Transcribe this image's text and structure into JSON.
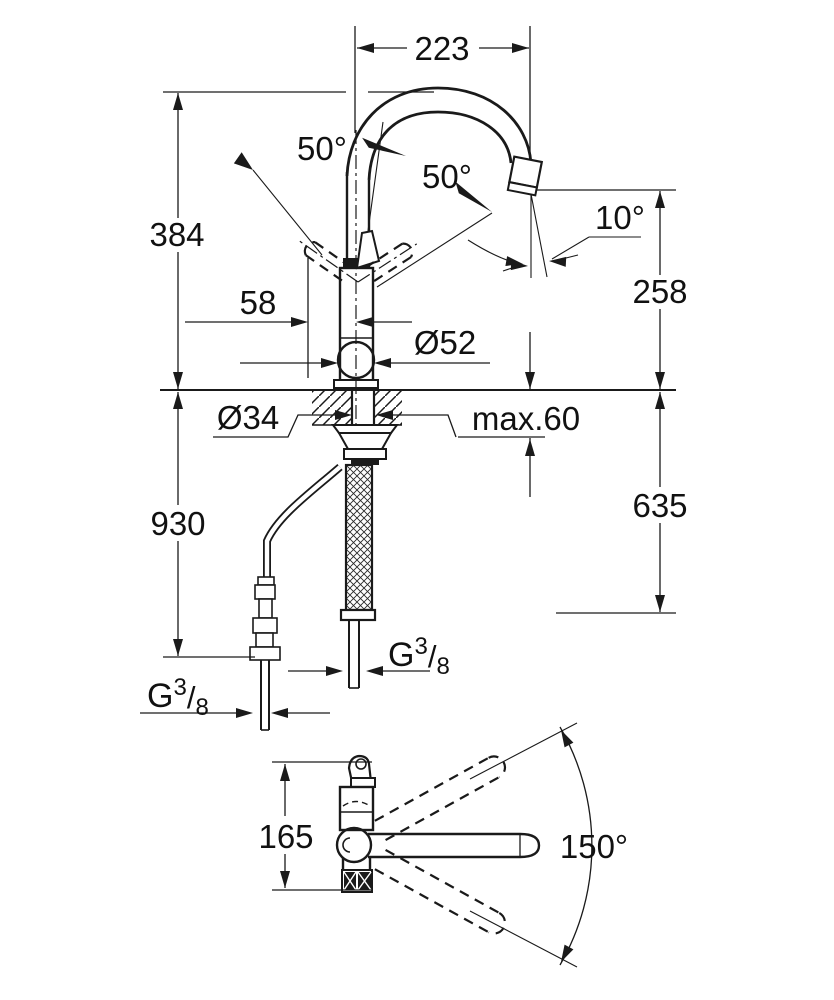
{
  "drawing": {
    "type": "technical-dimension-drawing",
    "subject": "single-lever kitchen faucet with swivel spout",
    "units": "mm",
    "dims": {
      "spout_reach": "223",
      "height_to_spout_top": "384",
      "lever_angle_left": "50°",
      "lever_angle_right": "50°",
      "outlet_angle": "10°",
      "outlet_height_above_deck": "258",
      "lever_projection": "58",
      "body_diameter": "Ø52",
      "mount_hole_diameter": "Ø34",
      "max_deck_thickness": "max.60",
      "supply_pipe_length": "930",
      "flex_hose_length": "635",
      "thread_left": {
        "prefix": "G",
        "sup": "3",
        "slash": "/",
        "sub": "8"
      },
      "thread_right": {
        "prefix": "G",
        "sup": "3",
        "slash": "/",
        "sub": "8"
      },
      "base_depth_top_view": "165",
      "swivel_range": "150°"
    }
  }
}
